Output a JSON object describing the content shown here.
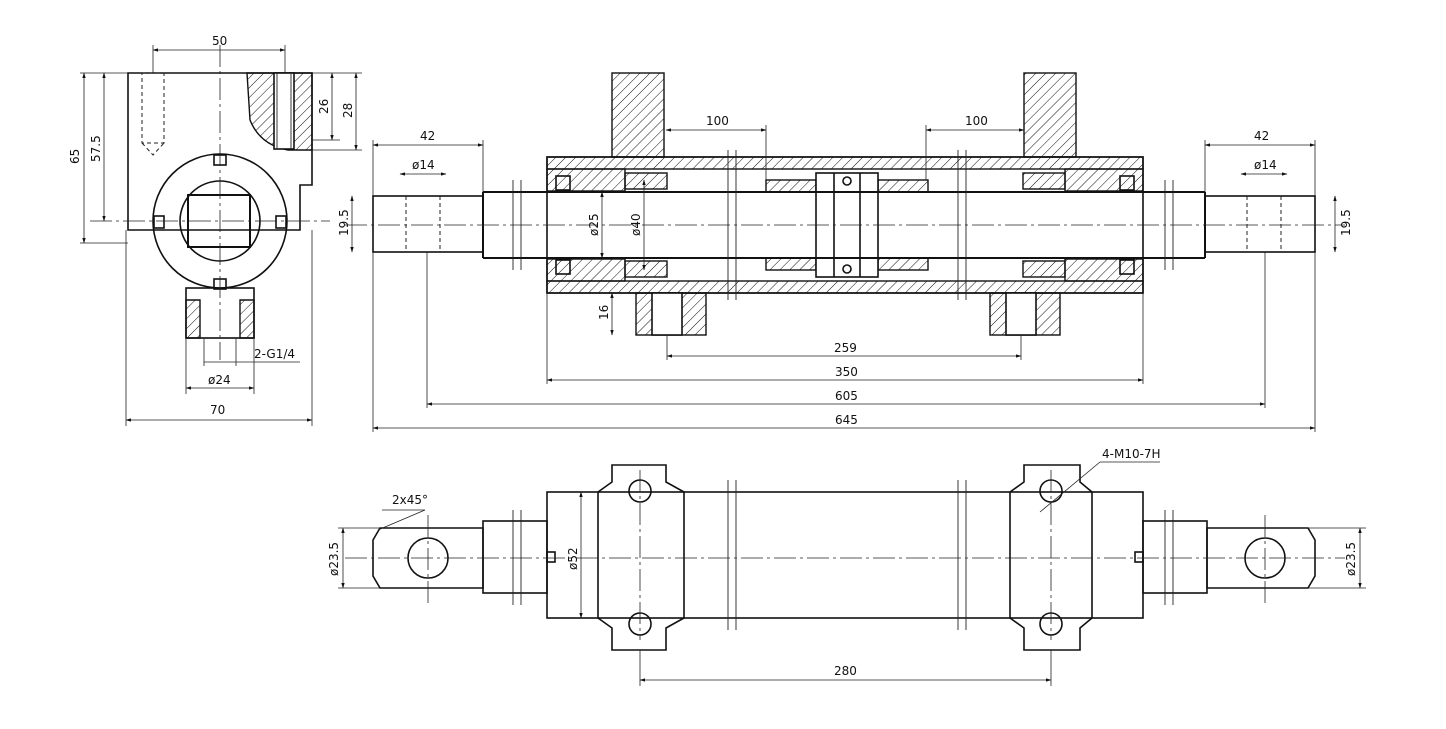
{
  "drawing": {
    "side_view": {
      "dim_width_top": "50",
      "dim_height_total": "65",
      "dim_height_axis": "57.5",
      "dim_thread_depth": "26",
      "dim_boss_height": "28",
      "dim_port_dia": "ø24",
      "dim_port_thread": "2-G1/4",
      "dim_width_total": "70"
    },
    "section_view": {
      "dim_stub_left": "42",
      "dim_stub_right": "42",
      "dim_stub_dia_left": "ø14",
      "dim_stub_dia_right": "ø14",
      "dim_flat_left": "19.5",
      "dim_flat_right": "19.5",
      "dim_rod_dia": "ø25",
      "dim_bore_dia": "ø40",
      "dim_mount_left": "100",
      "dim_mount_right": "100",
      "dim_port_depth": "16",
      "dim_port_spacing": "259",
      "dim_barrel_length": "350",
      "dim_stub_spacing": "605",
      "dim_overall_length": "645"
    },
    "plan_view": {
      "dim_bolt_callout": "4-M10-7H",
      "dim_chamfer": "2x45°",
      "dim_end_dia_left": "ø23.5",
      "dim_end_dia_right": "ø23.5",
      "dim_barrel_dia": "ø52",
      "dim_bolt_spacing": "280"
    }
  }
}
